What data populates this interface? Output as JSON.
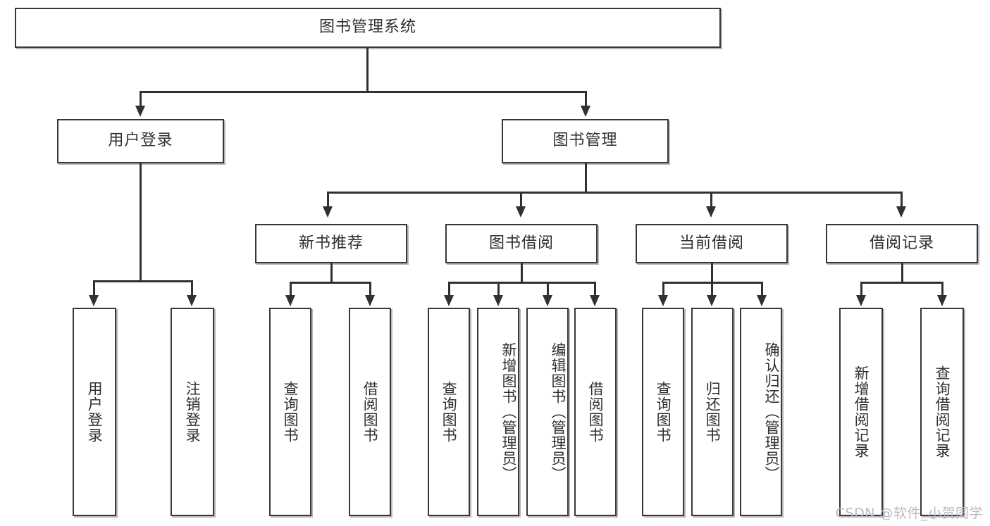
{
  "diagram": {
    "title": "图书管理系统",
    "watermark": "CSDN @软件_小贺同学",
    "level1": {
      "label": "图书管理系统"
    },
    "level2": [
      {
        "label": "用户登录"
      },
      {
        "label": "图书管理"
      }
    ],
    "level3": [
      {
        "label": "新书推荐"
      },
      {
        "label": "图书借阅"
      },
      {
        "label": "当前借阅"
      },
      {
        "label": "借阅记录"
      }
    ],
    "leaves": {
      "user_login": [
        {
          "label": "用户登录"
        },
        {
          "label": "注销登录"
        }
      ],
      "new_book_recommend": [
        {
          "label": "查询图书"
        },
        {
          "label": "借阅图书"
        }
      ],
      "book_borrow": [
        {
          "label": "查询图书"
        },
        {
          "label": "新增图书（管理员）"
        },
        {
          "label": "编辑图书（管理员）"
        },
        {
          "label": "借阅图书"
        }
      ],
      "current_borrow": [
        {
          "label": "查询图书"
        },
        {
          "label": "归还图书"
        },
        {
          "label": "确认归还（管理员）"
        }
      ],
      "borrow_record": [
        {
          "label": "新增借阅记录"
        },
        {
          "label": "查询借阅记录"
        }
      ]
    }
  },
  "colors": {
    "stroke": "#36383a",
    "background": "#ffffff",
    "watermark": "#b9bbbe"
  }
}
